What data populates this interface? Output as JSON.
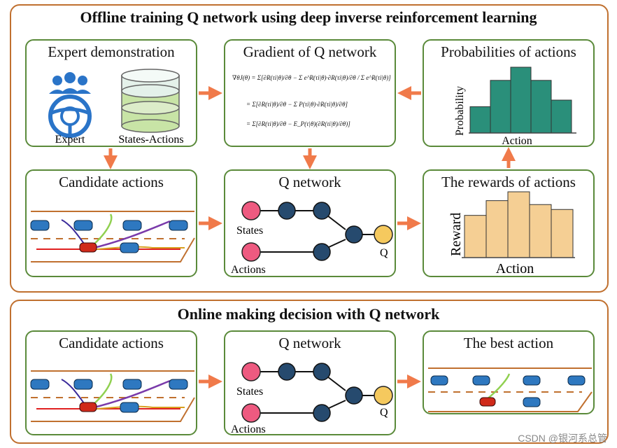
{
  "offline": {
    "title": "Offline training Q network using deep inverse reinforcement learning",
    "expert_panel": {
      "title": "Expert demonstration",
      "expert_label": "Expert",
      "states_actions_label": "States-Actions"
    },
    "gradient_panel": {
      "title": "Gradient of Q network",
      "eq_line1": "∇θJ(θ) = Σ[∂R(τi|θ)/∂θ − Σ e^R(τi|θ)·∂R(τi|θ)/∂θ / Σ e^R(τi|θ)]",
      "eq_line2": "= Σ[∂R(τi|θ)/∂θ − Σ P(τi|θ)·∂R(τi|θ)/∂θ]",
      "eq_line3": "= Σ[∂R(τi|θ)/∂θ − E_P(τ|θ)(∂R(τi|θ)/∂θ)]"
    },
    "probabilities_panel": {
      "title": "Probabilities of actions",
      "ylabel": "Probability",
      "xlabel": "Action"
    },
    "candidate_panel": {
      "title": "Candidate actions"
    },
    "qnetwork_panel": {
      "title": "Q network",
      "states_label": "States",
      "actions_label": "Actions",
      "q_label": "Q"
    },
    "rewards_panel": {
      "title": "The rewards of actions",
      "ylabel": "Reward",
      "xlabel": "Action"
    }
  },
  "online": {
    "title": "Online making decision with Q network",
    "candidate_panel": {
      "title": "Candidate actions"
    },
    "qnetwork_panel": {
      "title": "Q network",
      "states_label": "States",
      "actions_label": "Actions",
      "q_label": "Q"
    },
    "best_panel": {
      "title": "The best action"
    }
  },
  "histograms": {
    "probabilities": [
      2,
      4,
      5,
      4,
      2.5
    ],
    "rewards": [
      4.3,
      5.8,
      6.7,
      5.4,
      4.9
    ]
  },
  "colors": {
    "frame": "#c0702f",
    "panel_border": "#5a8a3a",
    "arrow": "#f07a4a",
    "prob_bar": "#2a8f7a",
    "reward_bar": "#f5cf94",
    "node_input": "#ee5a80",
    "node_hidden": "#264a6e",
    "node_output": "#f5c95e",
    "road": "#c0702f",
    "car": "#2e78c0",
    "icon_blue": "#2a74c8"
  },
  "watermark": "CSDN @银河系总管"
}
